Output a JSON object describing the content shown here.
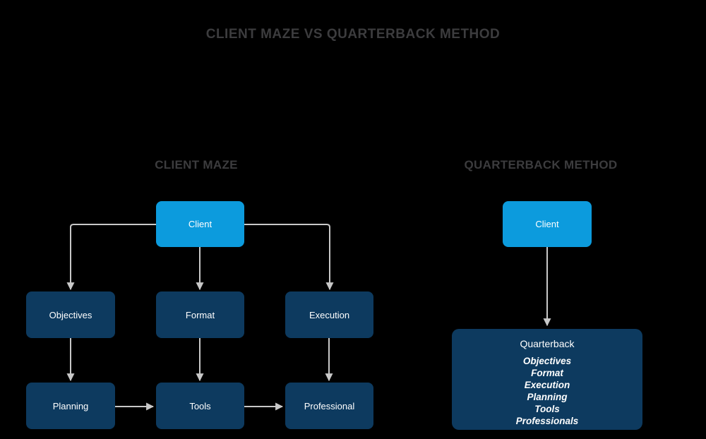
{
  "title": "CLIENT MAZE VS QUARTERBACK METHOD",
  "left": {
    "heading": "CLIENT MAZE",
    "client": "Client",
    "row2": [
      "Objectives",
      "Format",
      "Execution"
    ],
    "row3": [
      "Planning",
      "Tools",
      "Professional"
    ]
  },
  "right": {
    "heading": "QUARTERBACK METHOD",
    "client": "Client",
    "quarterback_title": "Quarterback",
    "quarterback_items": [
      "Objectives",
      "Format",
      "Execution",
      "Planning",
      "Tools",
      "Professionals"
    ]
  },
  "colors": {
    "background": "#000000",
    "heading_text": "#3c3c3e",
    "client_box": "#0c9bdd",
    "process_box": "#0d3a5f",
    "box_text": "#ffffff",
    "connector": "#c8c8c8"
  }
}
